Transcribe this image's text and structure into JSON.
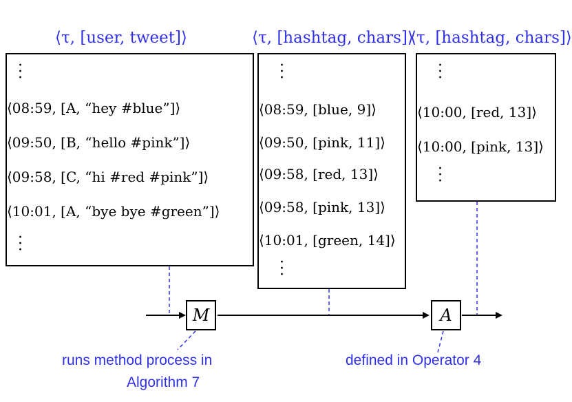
{
  "streams": {
    "input": {
      "header": "⟨τ, [user, tweet]⟩",
      "rows": [
        "⟨08:59, [A, “hey #blue”]⟩",
        "⟨09:50, [B, “hello #pink”]⟩",
        "⟨09:58, [C, “hi #red #pink”]⟩",
        "⟨10:01, [A, “bye bye #green”]⟩"
      ]
    },
    "middle": {
      "header": "⟨τ, [hashtag, chars]⟩",
      "rows": [
        "⟨08:59, [blue, 9]⟩",
        "⟨09:50, [pink, 11]⟩",
        "⟨09:58, [red, 13]⟩",
        "⟨09:58, [pink, 13]⟩",
        "⟨10:01, [green, 14]⟩"
      ]
    },
    "output": {
      "header": "⟨τ, [hashtag, chars]⟩",
      "rows": [
        "⟨10:00, [red, 13]⟩",
        "⟨10:00, [pink, 13]⟩"
      ]
    }
  },
  "operators": {
    "m_label": "M",
    "a_label": "A"
  },
  "notes": {
    "m_line1": "runs method process in",
    "m_line2": "Algorithm 7",
    "a_line1": "defined in Operator 4"
  },
  "colors": {
    "accent": "#3030e8",
    "stroke": "#000000"
  }
}
